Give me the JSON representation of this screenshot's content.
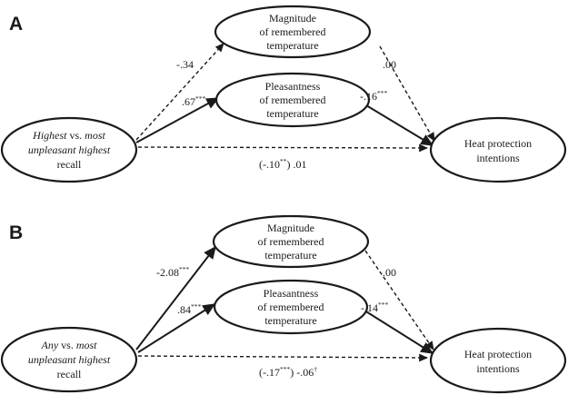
{
  "panels": [
    {
      "letter": "A",
      "predictor": {
        "line1_italic": "Highest",
        "line1_rest": " vs. ",
        "line1_italic2": "most",
        "line2": "unpleasant highest",
        "line3": "recall"
      },
      "mediator1": {
        "lines": [
          "Magnitude",
          "of remembered",
          "temperature"
        ]
      },
      "mediator2": {
        "lines": [
          "Pleasantness",
          "of remembered",
          "temperature"
        ]
      },
      "outcome": {
        "lines": [
          "Heat protection",
          "intentions"
        ]
      },
      "coefficients": {
        "a1": {
          "value": "-.34",
          "sig": ""
        },
        "a2": {
          "value": ".67",
          "sig": "***"
        },
        "b1": {
          "value": ".00",
          "sig": ""
        },
        "b2": {
          "value": "-.16",
          "sig": "***"
        },
        "c_total": {
          "value": "(-.10",
          "sig": "**"
        },
        "c_direct": {
          "value": ") .01",
          "sig": ""
        }
      }
    },
    {
      "letter": "B",
      "predictor": {
        "line1_italic": "Any",
        "line1_rest": " vs. ",
        "line1_italic2": "most",
        "line2": "unpleasant highest",
        "line3": "recall"
      },
      "mediator1": {
        "lines": [
          "Magnitude",
          "of remembered",
          "temperature"
        ]
      },
      "mediator2": {
        "lines": [
          "Pleasantness",
          "of remembered",
          "temperature"
        ]
      },
      "outcome": {
        "lines": [
          "Heat protection",
          "intentions"
        ]
      },
      "coefficients": {
        "a1": {
          "value": "-2.08",
          "sig": "***"
        },
        "a2": {
          "value": ".84",
          "sig": "***"
        },
        "b1": {
          "value": ".00",
          "sig": ""
        },
        "b2": {
          "value": "-.14",
          "sig": "***"
        },
        "c_total": {
          "value": "(-.17",
          "sig": "***"
        },
        "c_direct": {
          "value": ") -.06",
          "sig": "†"
        }
      }
    }
  ]
}
